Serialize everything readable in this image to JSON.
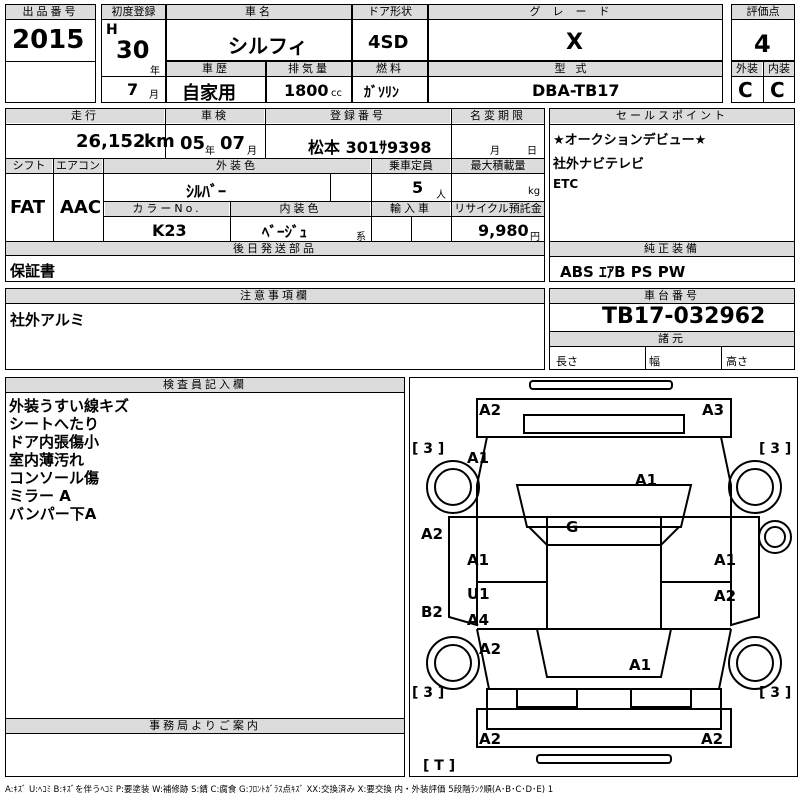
{
  "headers": {
    "lot": "出品番号",
    "first_reg": "初度登録",
    "car_name": "車名",
    "door": "ドア形状",
    "grade": "グレード",
    "score": "評価点",
    "history": "車歴",
    "displacement": "排気量",
    "fuel": "燃料",
    "model": "型式",
    "exterior": "外装",
    "interior": "内装",
    "mileage": "走行",
    "inspection": "車検",
    "reg_no": "登録番号",
    "name_change": "名変期限",
    "sales_point": "セールスポイント",
    "shift": "シフト",
    "aircon": "エアコン",
    "ext_color": "外装色",
    "capacity": "乗車定員",
    "max_load": "最大積載量",
    "color_no": "カラーNo.",
    "int_color": "内装色",
    "import": "輸入車",
    "recycle": "リサイクル預託金",
    "later_parts": "後日発送部品",
    "genuine": "純正装備",
    "notes": "注意事項欄",
    "chassis": "車台番号",
    "dims": "諸元",
    "inspector": "検査員記入欄",
    "office": "事務局よりご案内"
  },
  "units": {
    "year": "年",
    "month": "月",
    "cc": "cc",
    "km": "km",
    "day": "日",
    "person": "人",
    "kg": "kg",
    "kei": "系",
    "yen": "円",
    "length": "長さ",
    "width": "幅",
    "height": "高さ"
  },
  "values": {
    "lot": "2015",
    "era": "H",
    "year": "30",
    "month": "7",
    "car_name": "シルフィ",
    "door": "4SD",
    "grade": "X",
    "score": "4",
    "history": "自家用",
    "displacement": "1800",
    "fuel": "ｶﾞｿﾘﾝ",
    "model": "DBA-TB17",
    "exterior": "C",
    "interior": "C",
    "mileage": "26,152",
    "insp_year": "05",
    "insp_month": "07",
    "reg_no": "松本 301ｻ9398",
    "sales_point": [
      "★オークションデビュー★",
      "社外ナビテレビ",
      "ETC"
    ],
    "shift": "FAT",
    "aircon": "AAC",
    "ext_color": "ｼﾙﾊﾞｰ",
    "capacity": "5",
    "color_no": "K23",
    "int_color": "ﾍﾞｰｼﾞｭ",
    "recycle": "9,980",
    "later_parts": "保証書",
    "genuine": "ABS ｴｱB PS PW",
    "notes": "社外アルミ",
    "chassis": "TB17-032962",
    "inspector": [
      "外装うすい線キズ",
      "シートへたり",
      "ドア内張傷小",
      "室内薄汚れ",
      "コンソール傷",
      "ミラー A",
      "バンパー下A"
    ]
  },
  "diagram": {
    "marks": [
      "A2",
      "A3",
      "A1",
      "A1",
      "G",
      "A2",
      "A1",
      "A1",
      "U1",
      "A2",
      "B2",
      "A4",
      "A2",
      "A1",
      "A2",
      "A2"
    ],
    "tires": [
      "[ 3 ]",
      "[ 3 ]",
      "[ 3 ]",
      "[ 3 ]",
      "[ T ]"
    ]
  },
  "legend": "A:ｷｽﾞ U:ﾍｺﾐ B:ｷｽﾞを伴うﾍｺﾐ P:要塗装 W:補修跡 S:錆 C:腐食 G:ﾌﾛﾝﾄｶﾞﾗｽ点ｷｽﾞ XX:交換済み X:要交換 内・外装評価 5段階ﾗﾝｸ順(A･B･C･D･E) 1"
}
